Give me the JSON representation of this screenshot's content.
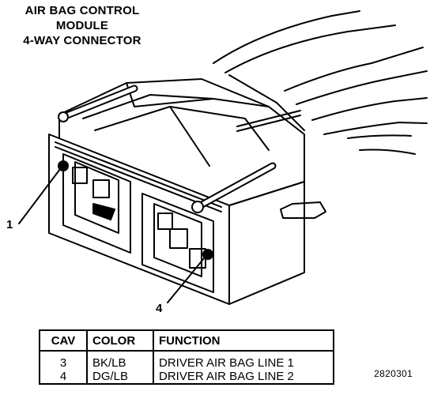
{
  "title": [
    "AIR BAG CONTROL",
    "MODULE",
    "4-WAY CONNECTOR"
  ],
  "callouts": {
    "one": "1",
    "four": "4"
  },
  "table": {
    "headers": [
      "CAV",
      "COLOR",
      "FUNCTION"
    ],
    "rows": [
      {
        "cav": "3",
        "color": "BK/LB",
        "function": "DRIVER AIR BAG LINE 1"
      },
      {
        "cav": "4",
        "color": "DG/LB",
        "function": "DRIVER AIR BAG LINE 2"
      }
    ]
  },
  "figure_code": "2820301"
}
